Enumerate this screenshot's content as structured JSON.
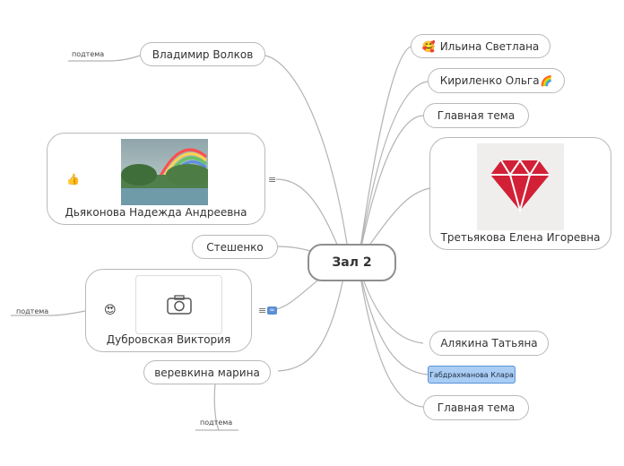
{
  "central": {
    "label": "Зал 2"
  },
  "left_nodes": {
    "volkov": "Владимир Волков",
    "dyakonova": "Дьяконова Надежда Андреевна",
    "steshenko": "Стешенко",
    "dubrovskaya": "Дубровская Виктория",
    "verevkina": "веревкина марина"
  },
  "right_nodes": {
    "ilyina": "Ильина Светлана",
    "kirilenko": "Кириленко Ольга",
    "main1": "Главная тема",
    "tretyakova": "Третьякова Елена Игоревна",
    "alyakina": "Алякина Татьяна",
    "gabdrakhmanova": "Габдрахманова Клара",
    "main2": "Главная тема"
  },
  "subtopics": {
    "label": "подтема"
  },
  "icons": {
    "ilyina": "smiley-face-icon",
    "kirilenko": "rainbow-icon",
    "dyakonova": "thumbs-up-icon",
    "dubrovskaya": "heart-eyes-icon",
    "notes": "notes-icon",
    "link": "link-icon",
    "camera": "camera-icon",
    "diamond": "diamond-icon"
  },
  "colors": {
    "diamond": "#d22136",
    "selected_bg": "#a9cdf5",
    "edge": "#b3b3b3"
  }
}
